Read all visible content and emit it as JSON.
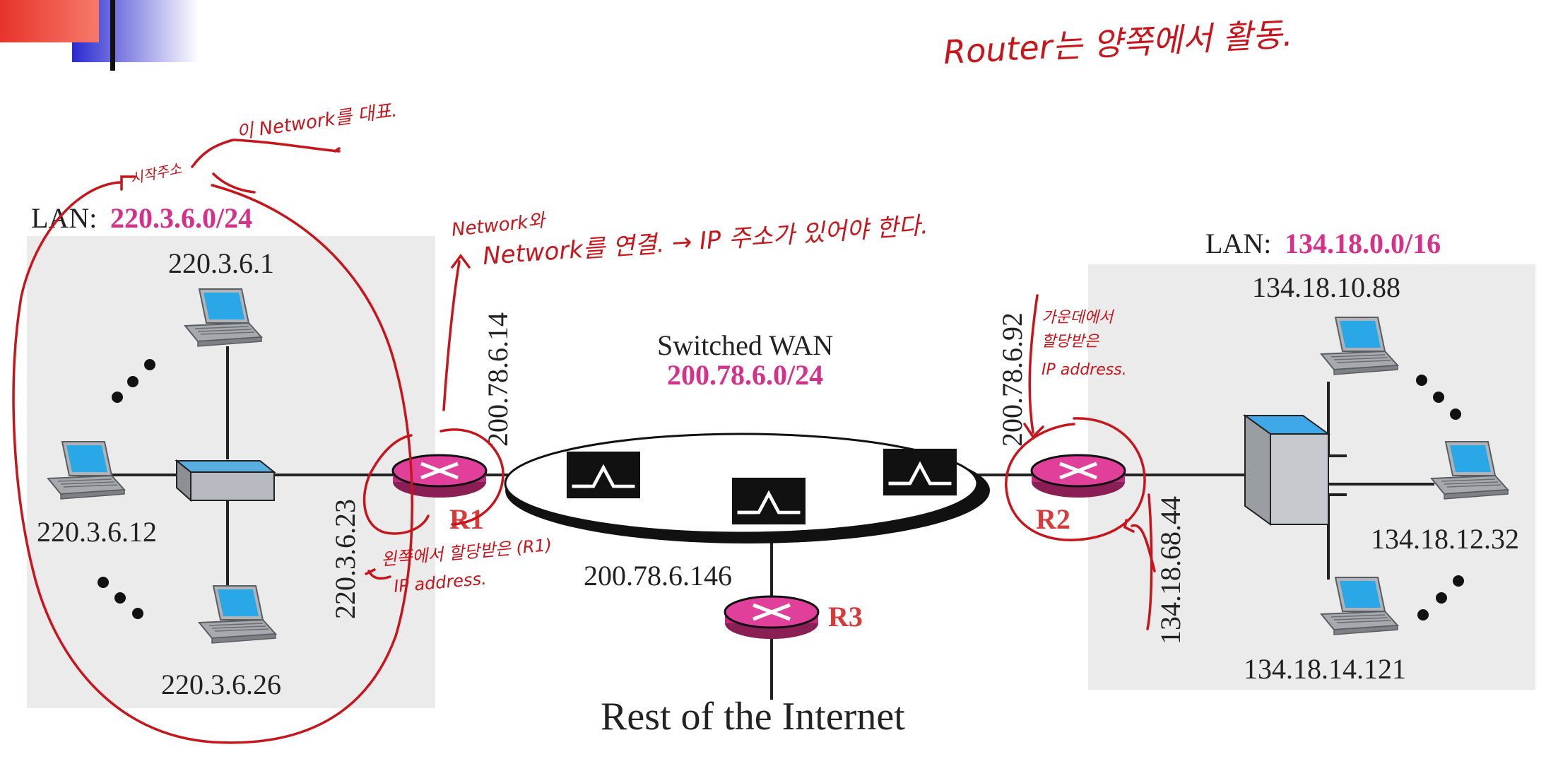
{
  "colors": {
    "accent_magenta": "#d6318a",
    "router_red_label": "#d63b3b",
    "ink_red": "#c8141b",
    "lan_bg": "#ebebeb",
    "laptop_screen": "#2aa7e6",
    "device_blue": "#3ea8e8"
  },
  "left_lan": {
    "label_prefix": "LAN:",
    "network": "220.3.6.0/24",
    "hosts": [
      "220.3.6.1",
      "220.3.6.12",
      "220.3.6.26"
    ],
    "router_interface": "220.3.6.23"
  },
  "wan": {
    "title": "Switched WAN",
    "network": "200.78.6.0/24",
    "r1_interface": "200.78.6.14",
    "r2_interface": "200.78.6.92",
    "r3_interface": "200.78.6.146"
  },
  "right_lan": {
    "label_prefix": "LAN:",
    "network": "134.18.0.0/16",
    "hosts": [
      "134.18.10.88",
      "134.18.12.32",
      "134.18.14.121"
    ],
    "router_interface": "134.18.68.44"
  },
  "routers": {
    "r1": "R1",
    "r2": "R2",
    "r3": "R3"
  },
  "internet_label": "Rest of the Internet",
  "annotations": {
    "top_note": "Router는 양쪽에서 활동.",
    "left_top_note": "이 Network를 대표.",
    "left_small_note": "시작주소",
    "network_note_line1": "Network와",
    "network_note_line2": "Network를 연결. → IP 주소가 있어야 한다.",
    "r1_note_line1": "왼쪽에서 할당받은 (R1)",
    "r1_note_line2": "IP address.",
    "r2_note_line1": "가운데에서",
    "r2_note_line2": "할당받은",
    "r2_note_line3": "IP address."
  }
}
